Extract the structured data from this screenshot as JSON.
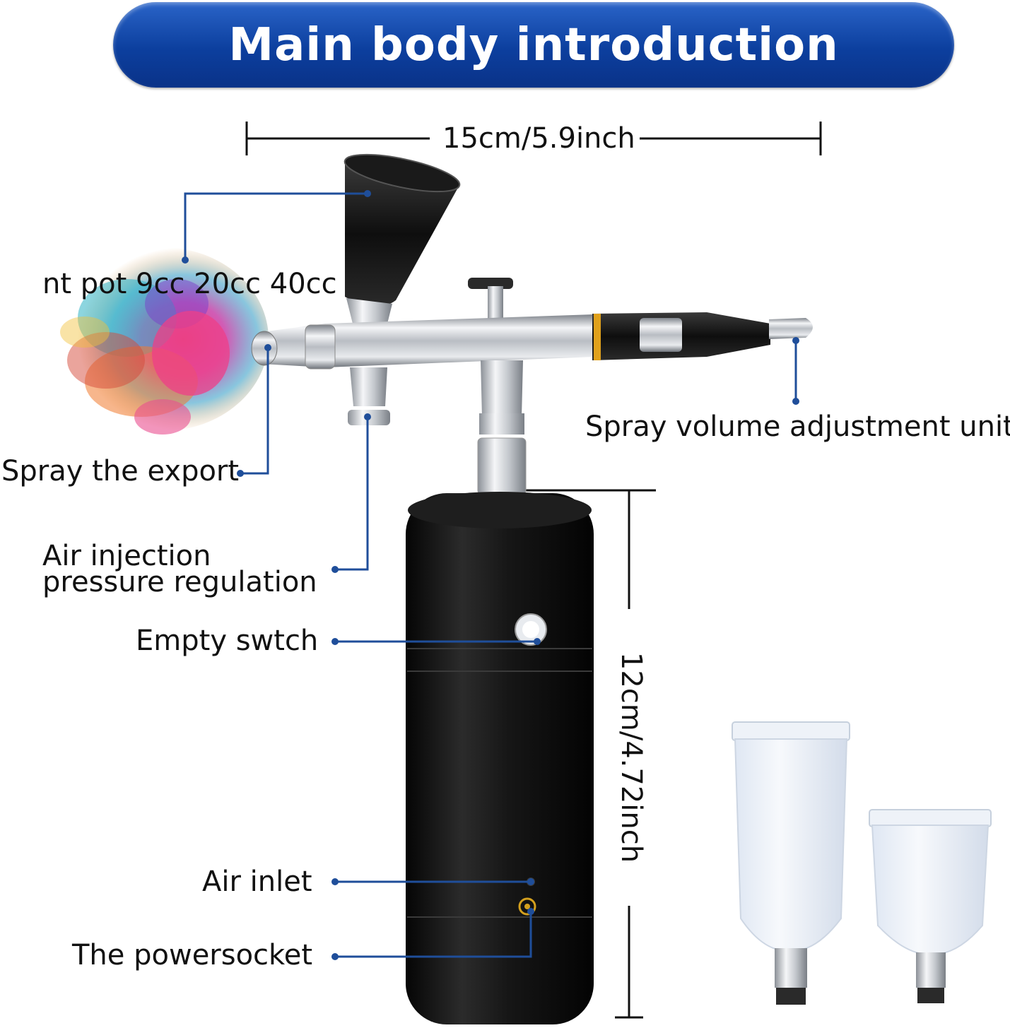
{
  "title": "Main body introduction",
  "dimensions": {
    "width": "15cm/5.9inch",
    "height": "12cm/4.72inch"
  },
  "labels": {
    "paint_pot": "nt pot 9cc 20cc 40cc",
    "spray_export": "Spray the export",
    "air_injection_line1": "Air injection",
    "air_injection_line2": "pressure regulation",
    "empty_switch": "Empty swtch",
    "air_inlet": "Air inlet",
    "power_socket": "The powersocket",
    "spray_volume": "Spray volume adjustment unit"
  },
  "colors": {
    "banner": "#1550b4",
    "leader_line": "#1f4e9a",
    "body": "#121212",
    "metal": "#c9ccd1"
  }
}
